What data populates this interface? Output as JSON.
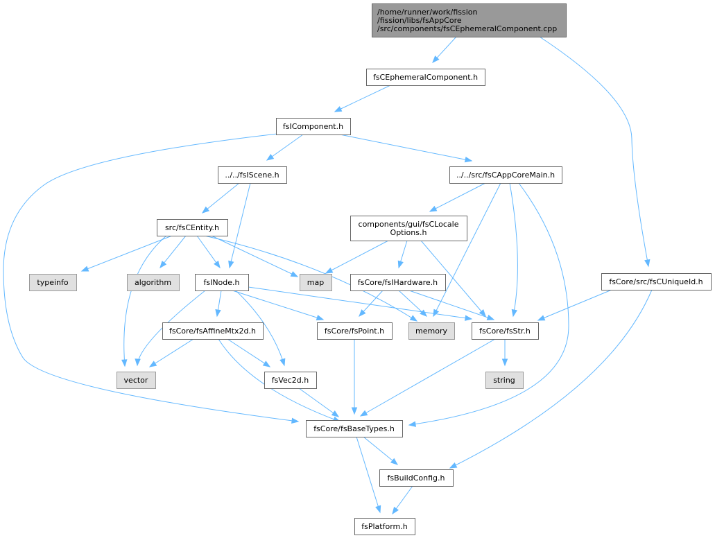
{
  "colors": {
    "root_fill": "#999999",
    "file_fill": "#ffffff",
    "system_fill": "#e0e0e0",
    "edge": "#63b8ff",
    "border": "#666666"
  },
  "nodes": {
    "root": {
      "lines": [
        "/home/runner/work/fission",
        "/fission/libs/fsAppCore",
        "/src/components/fsCEphemeralComponent.cpp"
      ],
      "kind": "root"
    },
    "ephemeral": {
      "lines": [
        "fsCEphemeralComponent.h"
      ],
      "kind": "file"
    },
    "icomponent": {
      "lines": [
        "fsIComponent.h"
      ],
      "kind": "file"
    },
    "iscene": {
      "lines": [
        "../../fsIScene.h"
      ],
      "kind": "file"
    },
    "appcoremain": {
      "lines": [
        "../../src/fsCAppCoreMain.h"
      ],
      "kind": "file"
    },
    "entity": {
      "lines": [
        "src/fsCEntity.h"
      ],
      "kind": "file"
    },
    "locale": {
      "lines": [
        "components/gui/fsCLocale",
        "Options.h"
      ],
      "kind": "file"
    },
    "uniqueid": {
      "lines": [
        "fsCore/src/fsCUniqueId.h"
      ],
      "kind": "file"
    },
    "typeinfo": {
      "lines": [
        "typeinfo"
      ],
      "kind": "system"
    },
    "algorithm": {
      "lines": [
        "algorithm"
      ],
      "kind": "system"
    },
    "inode": {
      "lines": [
        "fsINode.h"
      ],
      "kind": "file"
    },
    "map": {
      "lines": [
        "map"
      ],
      "kind": "system"
    },
    "ihardware": {
      "lines": [
        "fsCore/fsIHardware.h"
      ],
      "kind": "file"
    },
    "affine": {
      "lines": [
        "fsCore/fsAffineMtx2d.h"
      ],
      "kind": "file"
    },
    "point": {
      "lines": [
        "fsCore/fsPoint.h"
      ],
      "kind": "file"
    },
    "memory": {
      "lines": [
        "memory"
      ],
      "kind": "system"
    },
    "str": {
      "lines": [
        "fsCore/fsStr.h"
      ],
      "kind": "file"
    },
    "vector": {
      "lines": [
        "vector"
      ],
      "kind": "system"
    },
    "vec2d": {
      "lines": [
        "fsVec2d.h"
      ],
      "kind": "file"
    },
    "string": {
      "lines": [
        "string"
      ],
      "kind": "system"
    },
    "basetypes": {
      "lines": [
        "fsCore/fsBaseTypes.h"
      ],
      "kind": "file"
    },
    "buildconfig": {
      "lines": [
        "fsBuildConfig.h"
      ],
      "kind": "file"
    },
    "platform": {
      "lines": [
        "fsPlatform.h"
      ],
      "kind": "file"
    }
  },
  "edges": [
    [
      "root",
      "ephemeral"
    ],
    [
      "root",
      "uniqueid"
    ],
    [
      "ephemeral",
      "icomponent"
    ],
    [
      "icomponent",
      "iscene"
    ],
    [
      "icomponent",
      "appcoremain"
    ],
    [
      "icomponent",
      "basetypes"
    ],
    [
      "iscene",
      "entity"
    ],
    [
      "iscene",
      "inode"
    ],
    [
      "entity",
      "typeinfo"
    ],
    [
      "entity",
      "algorithm"
    ],
    [
      "entity",
      "inode"
    ],
    [
      "entity",
      "map"
    ],
    [
      "entity",
      "memory"
    ],
    [
      "entity",
      "vector"
    ],
    [
      "appcoremain",
      "locale"
    ],
    [
      "appcoremain",
      "memory"
    ],
    [
      "appcoremain",
      "str"
    ],
    [
      "appcoremain",
      "basetypes"
    ],
    [
      "locale",
      "map"
    ],
    [
      "locale",
      "ihardware"
    ],
    [
      "locale",
      "str"
    ],
    [
      "ihardware",
      "point"
    ],
    [
      "ihardware",
      "memory"
    ],
    [
      "ihardware",
      "str"
    ],
    [
      "inode",
      "vector"
    ],
    [
      "inode",
      "affine"
    ],
    [
      "inode",
      "point"
    ],
    [
      "inode",
      "vec2d"
    ],
    [
      "inode",
      "str"
    ],
    [
      "affine",
      "vector"
    ],
    [
      "affine",
      "vec2d"
    ],
    [
      "affine",
      "basetypes"
    ],
    [
      "uniqueid",
      "str"
    ],
    [
      "uniqueid",
      "buildconfig"
    ],
    [
      "point",
      "basetypes"
    ],
    [
      "str",
      "string"
    ],
    [
      "str",
      "basetypes"
    ],
    [
      "vec2d",
      "basetypes"
    ],
    [
      "basetypes",
      "buildconfig"
    ],
    [
      "basetypes",
      "platform"
    ],
    [
      "buildconfig",
      "platform"
    ]
  ]
}
